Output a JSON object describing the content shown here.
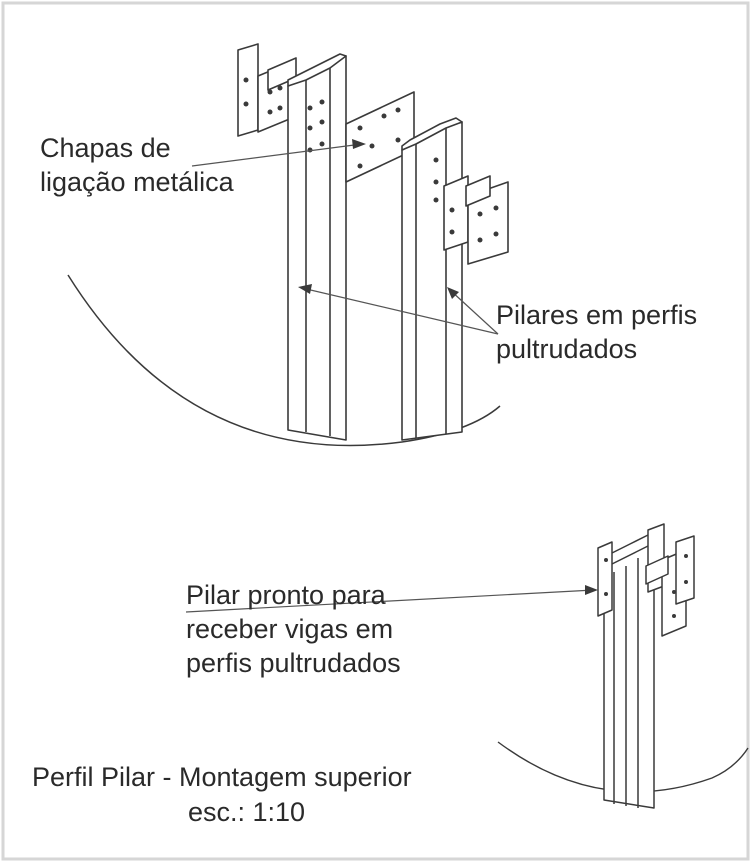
{
  "labels": {
    "connection_plates": [
      "Chapas de",
      "ligação metálica"
    ],
    "columns": [
      "Pilares em perfis",
      "pultrudados"
    ],
    "ready_column": [
      "Pilar pronto para",
      "receber vigas em",
      "perfis pultrudados"
    ]
  },
  "caption": {
    "title": "Perfil Pilar - Montagem superior",
    "scale": "esc.: 1:10"
  }
}
